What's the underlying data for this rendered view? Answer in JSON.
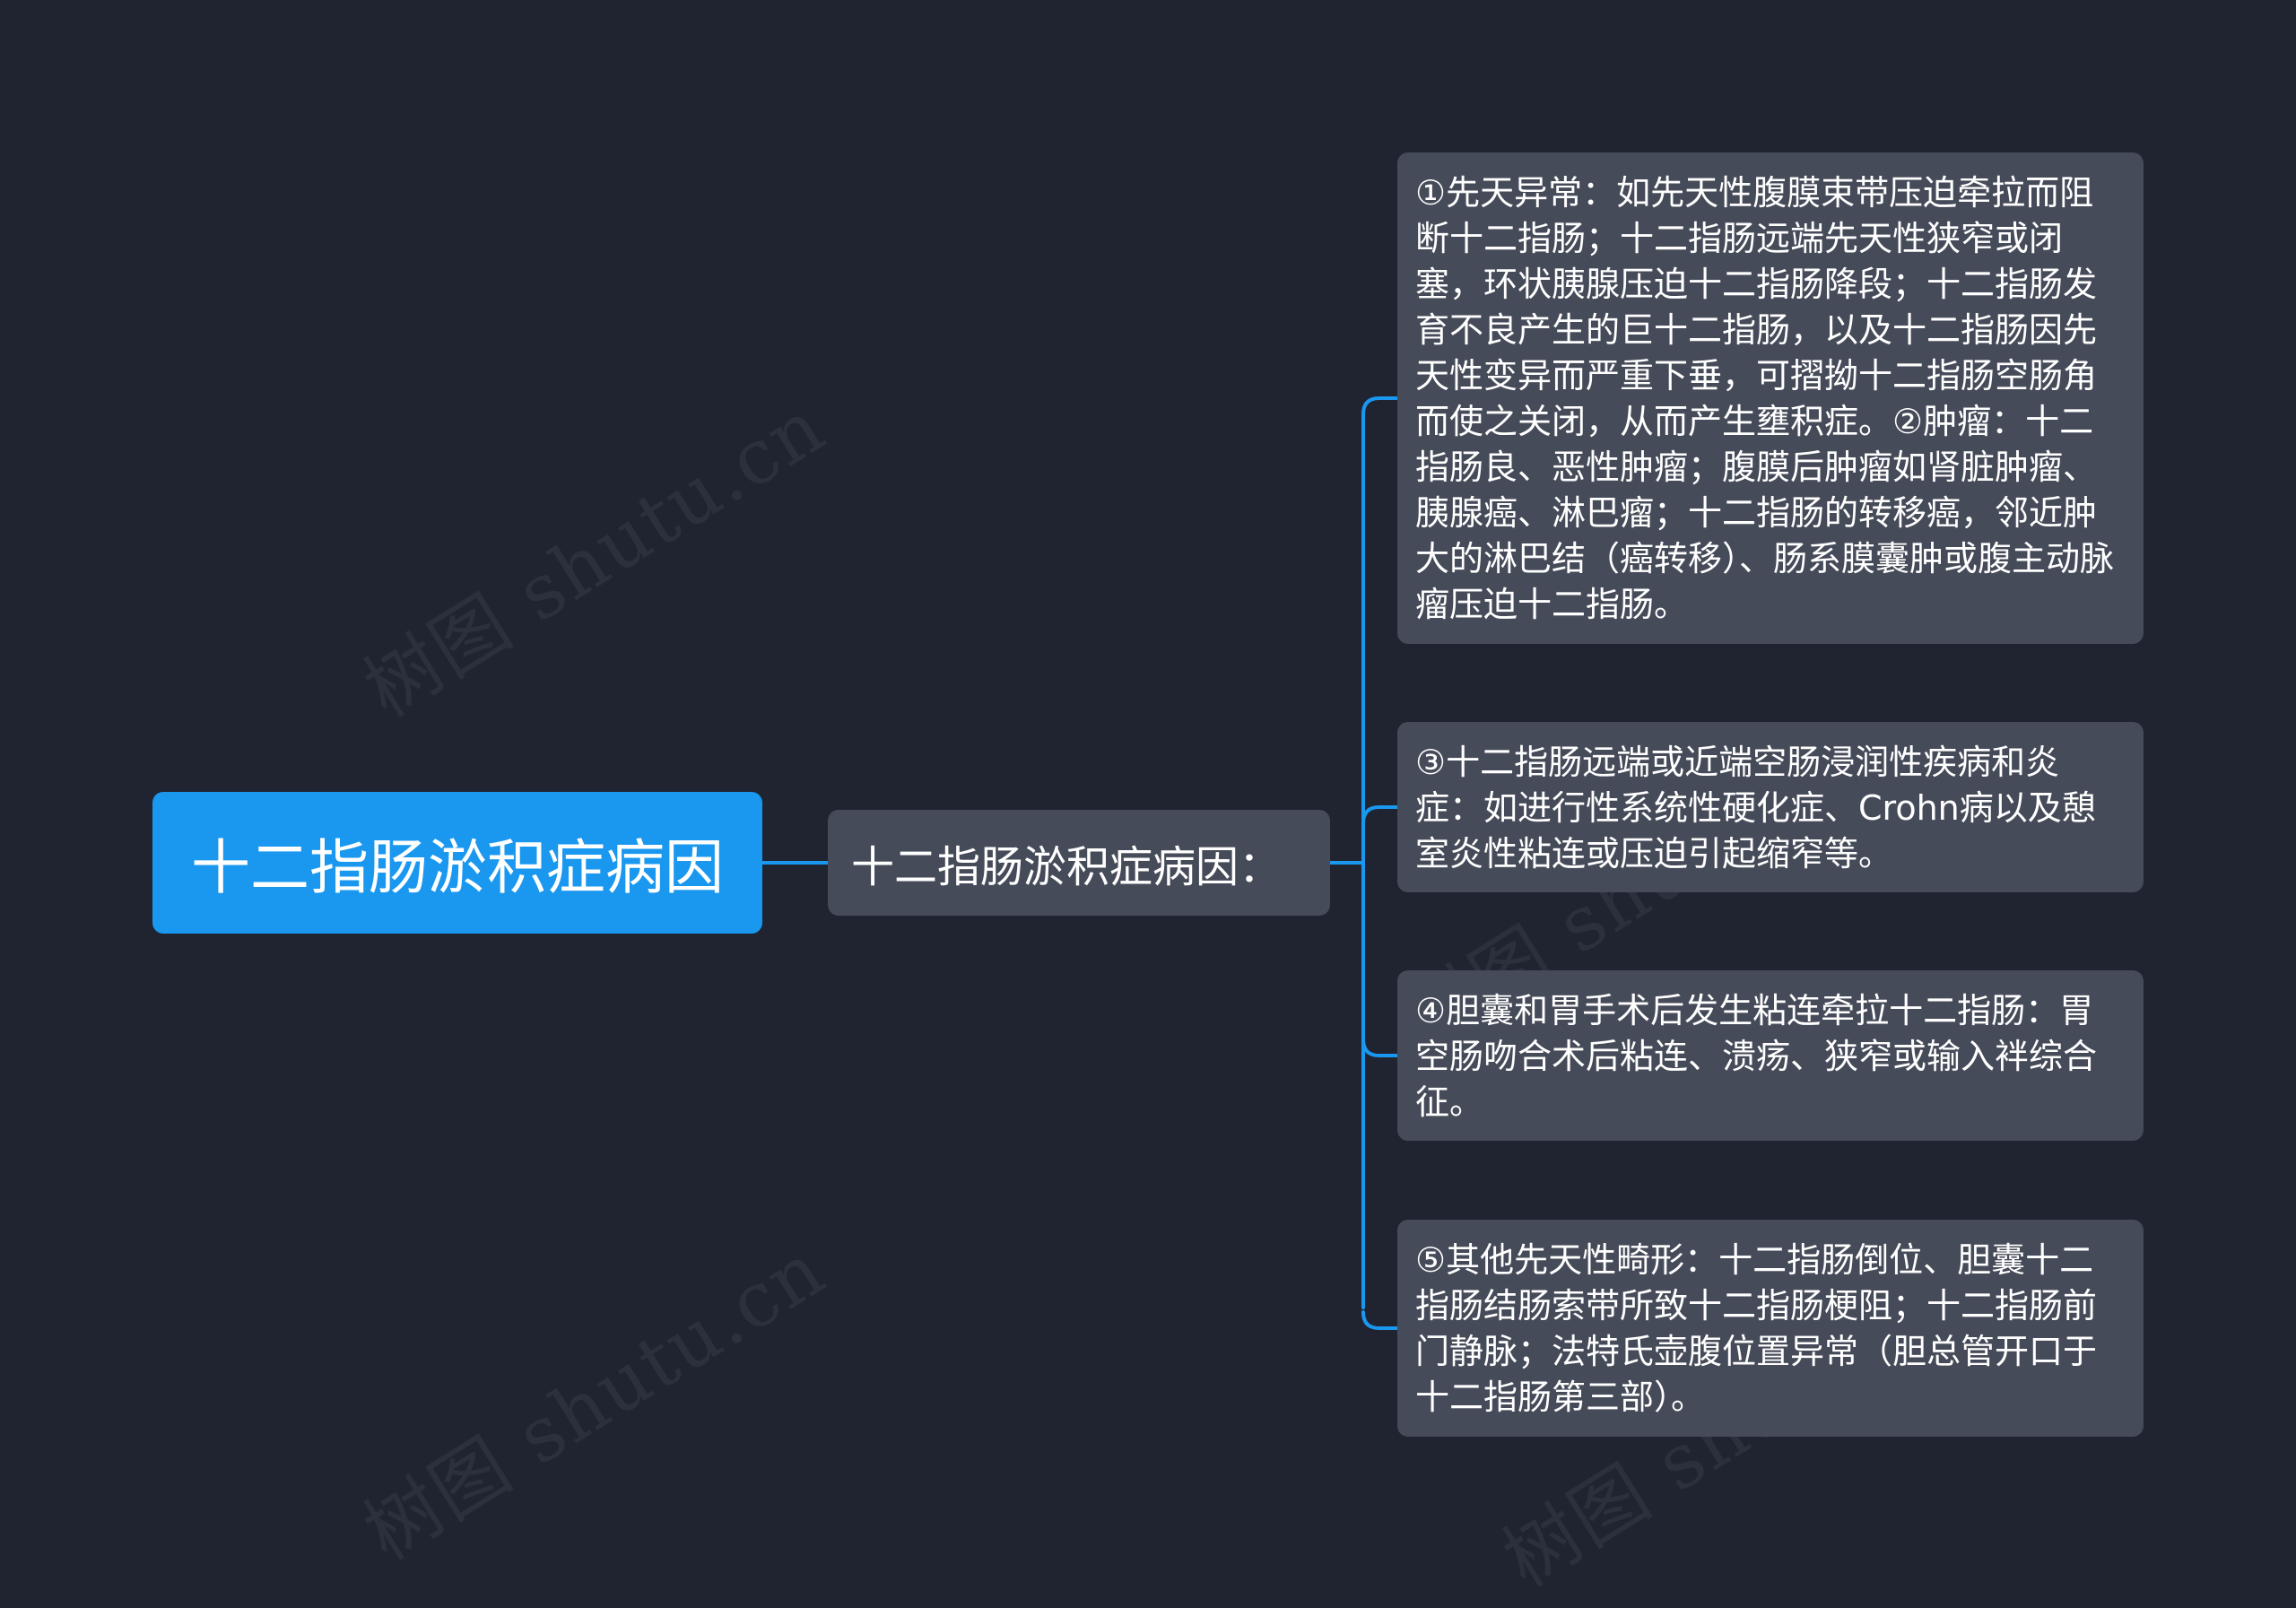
{
  "watermark": "树图 shutu.cn",
  "colors": {
    "background": "#1f2430",
    "root_fill": "#1a97ee",
    "node_fill": "#464b59",
    "connector": "#1a97ee",
    "text": "#ffffff"
  },
  "root": {
    "label": "十二指肠淤积症病因"
  },
  "branch": {
    "label": "十二指肠淤积症病因："
  },
  "leaves": [
    {
      "text": "①先天异常：如先天性腹膜束带压迫牵拉而阻断十二指肠；十二指肠远端先天性狭窄或闭塞，环状胰腺压迫十二指肠降段；十二指肠发育不良产生的巨十二指肠，以及十二指肠因先天性变异而严重下垂，可摺拗十二指肠空肠角而使之关闭，从而产生壅积症。②肿瘤：十二指肠良、恶性肿瘤；腹膜后肿瘤如肾脏肿瘤、胰腺癌、淋巴瘤；十二指肠的转移癌，邻近肿大的淋巴结（癌转移）、肠系膜囊肿或腹主动脉瘤压迫十二指肠。"
    },
    {
      "text": "③十二指肠远端或近端空肠浸润性疾病和炎症：如进行性系统性硬化症、Crohn病以及憩室炎性粘连或压迫引起缩窄等。"
    },
    {
      "text": "④胆囊和胃手术后发生粘连牵拉十二指肠：胃空肠吻合术后粘连、溃疡、狭窄或输入袢综合征。"
    },
    {
      "text": "⑤其他先天性畸形：十二指肠倒位、胆囊十二指肠结肠索带所致十二指肠梗阻；十二指肠前门静脉；法特氏壶腹位置异常（胆总管开口于十二指肠第三部）。"
    }
  ]
}
